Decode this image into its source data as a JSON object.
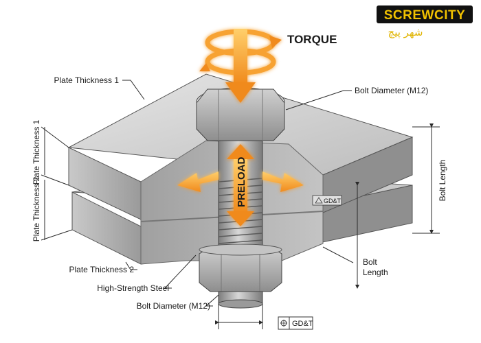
{
  "logo": {
    "brand": "SCREWCITY",
    "arabic": "شهر پیچ",
    "colors": {
      "bg": "#111111",
      "text": "#f2c200"
    }
  },
  "labels": {
    "torque": "TORQUE",
    "preload": "PRELOAD",
    "plate_thickness_1_top": "Plate Thickness 1",
    "plate_thickness_1_side": "Plate Thickness 1",
    "plate_thickness_2_side": "Plate Thickness 2",
    "plate_thickness_2_bottom": "Plate Thickness 2",
    "high_strength_steel": "High-Strength Steel",
    "bolt_diameter_top": "Bolt Diameter (M12)",
    "bolt_diameter_bottom": "Bolt Diameter (M12)",
    "bolt_length_side": "Bolt Length",
    "bolt_length_front_1": "Bolt",
    "bolt_length_front_2": "Length",
    "gdt_small": "GD&T",
    "gdt_bottom": "GD&T"
  },
  "colors": {
    "arrow": "#f7a233",
    "arrow_glow": "#ffd27a",
    "steel_light": "#dcdcdc",
    "steel_mid": "#a9a9a9",
    "steel_dark": "#6f6f6f",
    "line": "#2a2a2a"
  }
}
